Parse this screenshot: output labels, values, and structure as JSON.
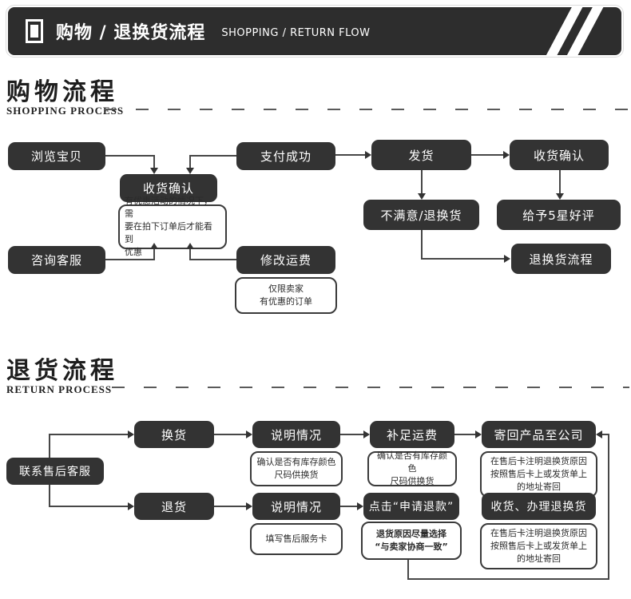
{
  "header": {
    "title": "购物 / 退换货流程",
    "subtitle": "SHOPPING / RETURN FLOW"
  },
  "sections": {
    "shopping": {
      "title": "购物流程",
      "subtitle": "SHOPPING PROCESS"
    },
    "return": {
      "title": "退货流程",
      "subtitle": "RETURN PROCESS"
    }
  },
  "shopping_flow": {
    "nodes": {
      "browse": "浏览宝贝",
      "order_confirm": "收货确认",
      "promo_note": "有优惠活动的情况下，需\n要在拍下订单后才能看到\n优惠",
      "consult": "咨询客服",
      "pay": "支付成功",
      "modify_freight": "修改运费",
      "freight_note": "仅限卖家\n有优惠的订单",
      "ship": "发货",
      "receive_confirm": "收货确认",
      "unsatisfied": "不满意/退换货",
      "five_star": "给予5星好评",
      "return_entry": "退换货流程"
    }
  },
  "return_flow": {
    "nodes": {
      "contact": "联系售后客服",
      "exchange": "换货",
      "explain_exchange": "说明情况",
      "exchange_note": "确认是否有库存颜色\n尺码供换货",
      "freight_topup": "补足运费",
      "freight_topup_note": "确认是否有库存颜色\n尺码供换货",
      "send_back": "寄回产品至公司",
      "send_back_note": "在售后卡注明退换货原因\n按照售后卡上或发货单上\n的地址寄回",
      "return_goods": "退货",
      "explain_return": "说明情况",
      "service_card_note": "填写售后服务卡",
      "apply_refund": "点击“申请退款”",
      "refund_reason_note": "退货原因尽量选择\n“与卖家协商一致”",
      "handle": "收货、办理退换货",
      "handle_note": "在售后卡注明退换货原因\n按照售后卡上或发货单上\n的地址寄回"
    }
  },
  "colors": {
    "node_background": "#333333",
    "header_background": "#2d2d2d",
    "connector": "#474747",
    "note_border": "#3a3a3a"
  }
}
